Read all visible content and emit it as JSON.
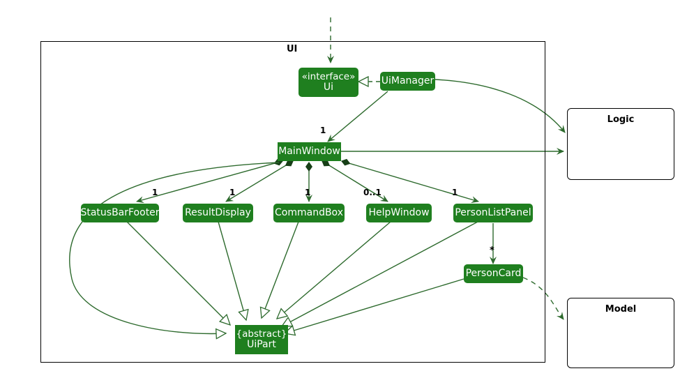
{
  "diagram": {
    "type": "uml-class-diagram",
    "colors": {
      "class_fill": "#1F7F1F",
      "class_text": "#FFFFFF",
      "edge": "#2D6A2D",
      "package_border": "#000000",
      "background": "#FFFFFF"
    }
  },
  "packages": [
    {
      "name": "ui-package",
      "label": "UI",
      "label_position": "top-center-left"
    },
    {
      "name": "logic-package",
      "label": "Logic",
      "label_position": "top-center"
    },
    {
      "name": "model-package",
      "label": "Model",
      "label_position": "top-center"
    }
  ],
  "classes": [
    {
      "id": "ui-interface",
      "stereotype": "«interface»",
      "name": "Ui"
    },
    {
      "id": "ui-manager",
      "name": "UiManager"
    },
    {
      "id": "main-window",
      "name": "MainWindow"
    },
    {
      "id": "status-bar-footer",
      "name": "StatusBarFooter"
    },
    {
      "id": "result-display",
      "name": "ResultDisplay"
    },
    {
      "id": "command-box",
      "name": "CommandBox"
    },
    {
      "id": "help-window",
      "name": "HelpWindow"
    },
    {
      "id": "person-list-panel",
      "name": "PersonListPanel"
    },
    {
      "id": "person-card",
      "name": "PersonCard"
    },
    {
      "id": "ui-part",
      "stereotype": "{abstract}",
      "name": "UiPart"
    }
  ],
  "multiplicities": [
    {
      "id": "mult-main-window",
      "value": "1",
      "for": "UiManager -> MainWindow"
    },
    {
      "id": "mult-status-bar-footer",
      "value": "1",
      "for": "MainWindow -> StatusBarFooter"
    },
    {
      "id": "mult-result-display",
      "value": "1",
      "for": "MainWindow -> ResultDisplay"
    },
    {
      "id": "mult-command-box",
      "value": "1",
      "for": "MainWindow -> CommandBox"
    },
    {
      "id": "mult-help-window",
      "value": "0..1",
      "for": "MainWindow -> HelpWindow"
    },
    {
      "id": "mult-person-list-panel",
      "value": "1",
      "for": "MainWindow -> PersonListPanel"
    },
    {
      "id": "mult-person-card",
      "value": "*",
      "for": "PersonListPanel -> PersonCard"
    }
  ],
  "relationships": [
    {
      "from": "external",
      "to": "Ui",
      "kind": "dependency-dashed"
    },
    {
      "from": "UiManager",
      "to": "Ui",
      "kind": "realization-hollow-triangle-dashed"
    },
    {
      "from": "UiManager",
      "to": "MainWindow",
      "kind": "association",
      "multiplicity": "1"
    },
    {
      "from": "UiManager",
      "to": "Logic",
      "kind": "association"
    },
    {
      "from": "MainWindow",
      "to": "Logic",
      "kind": "association"
    },
    {
      "from": "MainWindow",
      "to": "StatusBarFooter",
      "kind": "composition",
      "multiplicity": "1"
    },
    {
      "from": "MainWindow",
      "to": "ResultDisplay",
      "kind": "composition",
      "multiplicity": "1"
    },
    {
      "from": "MainWindow",
      "to": "CommandBox",
      "kind": "composition",
      "multiplicity": "1"
    },
    {
      "from": "MainWindow",
      "to": "HelpWindow",
      "kind": "composition",
      "multiplicity": "0..1"
    },
    {
      "from": "MainWindow",
      "to": "PersonListPanel",
      "kind": "composition",
      "multiplicity": "1"
    },
    {
      "from": "PersonListPanel",
      "to": "PersonCard",
      "kind": "association",
      "multiplicity": "*"
    },
    {
      "from": "PersonCard",
      "to": "Model",
      "kind": "dependency-dashed"
    },
    {
      "from": "MainWindow",
      "to": "UiPart",
      "kind": "generalization"
    },
    {
      "from": "StatusBarFooter",
      "to": "UiPart",
      "kind": "generalization"
    },
    {
      "from": "ResultDisplay",
      "to": "UiPart",
      "kind": "generalization"
    },
    {
      "from": "CommandBox",
      "to": "UiPart",
      "kind": "generalization"
    },
    {
      "from": "HelpWindow",
      "to": "UiPart",
      "kind": "generalization"
    },
    {
      "from": "PersonListPanel",
      "to": "UiPart",
      "kind": "generalization"
    },
    {
      "from": "PersonCard",
      "to": "UiPart",
      "kind": "generalization"
    }
  ]
}
